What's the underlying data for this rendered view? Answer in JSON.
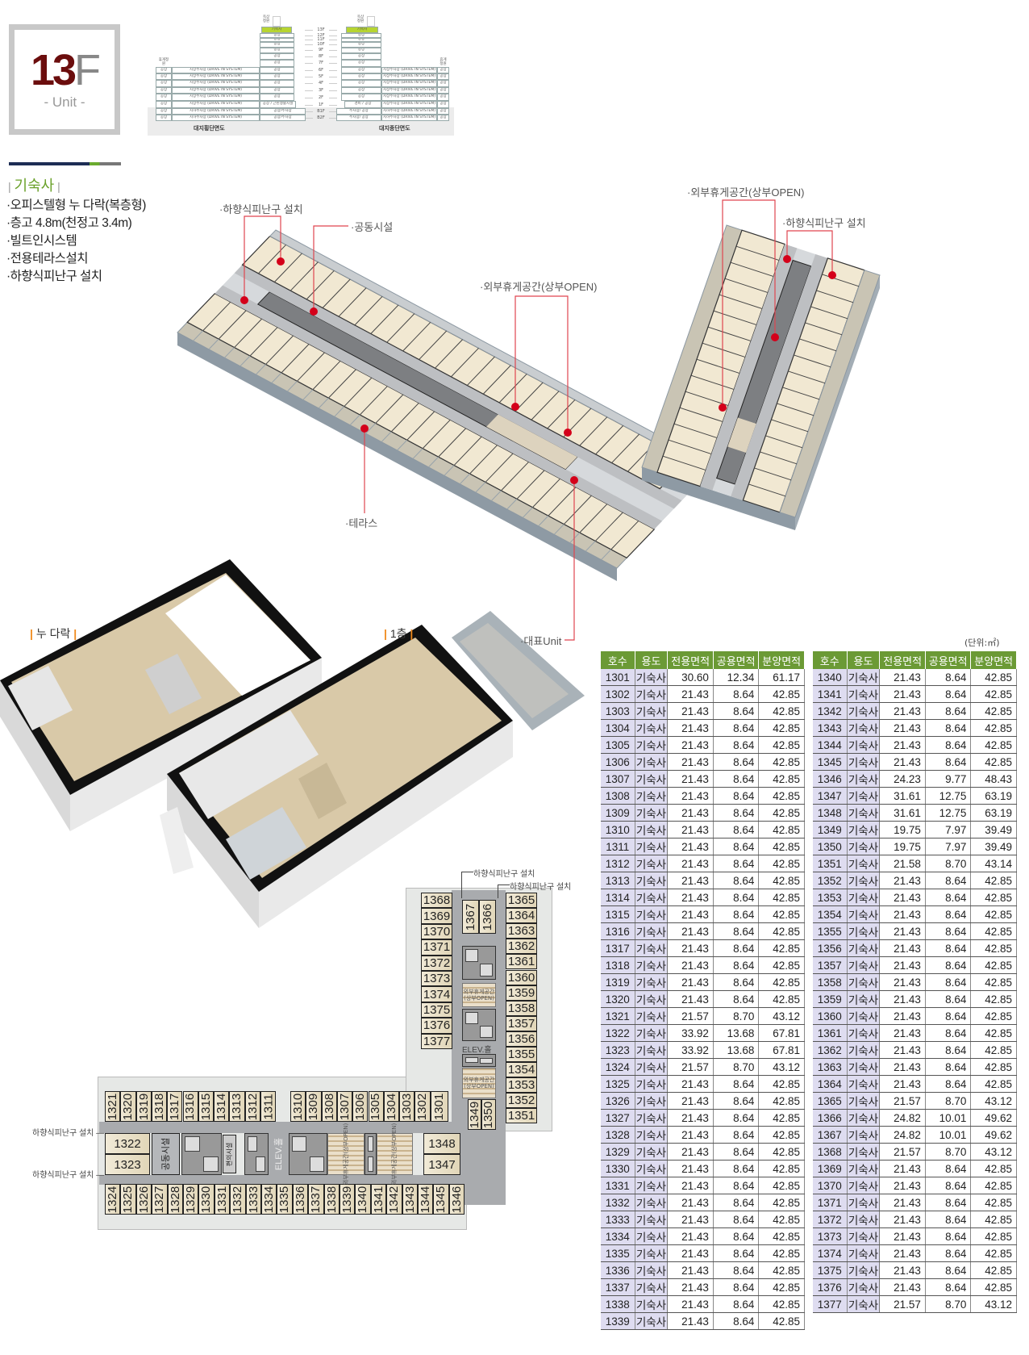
{
  "header": {
    "floor_num": "13",
    "floor_suffix": "F",
    "unit": "- Unit -"
  },
  "section": {
    "floors": [
      "13F",
      "12F",
      "11F",
      "10F",
      "9F",
      "8F",
      "7F",
      "6F",
      "5F",
      "4F",
      "3F",
      "2F",
      "1F",
      "B1F",
      "B2F"
    ],
    "rooftop": "옥상정원",
    "rest_garden": "휴게정원",
    "dorm": "기숙사",
    "left": {
      "tower": [
        "공장",
        "공장",
        "공장",
        "공장",
        "공장",
        "공장",
        "공장",
        "공장",
        "공장",
        "공장",
        "공장",
        "공장 / 근린생활시설",
        "공장/주차장",
        "공장/주차장"
      ],
      "wing_side": [
        "공장",
        "공장",
        "공장",
        "공장",
        "공장",
        "공장",
        "공장",
        "공장"
      ],
      "wing_parking": [
        "지상주차장 (DRIVE IN SYSTEM)",
        "지상주차장 (DRIVE IN SYSTEM)",
        "지상주차장 (DRIVE IN SYSTEM)",
        "지상주차장 (DRIVE IN SYSTEM)",
        "지상주차장 (DRIVE IN SYSTEM)",
        "지상주차장 (DRIVE IN SYSTEM)",
        "지하주차장 (DRIVE IN SYSTEM)",
        "지하주차장 (DRIVE IN SYSTEM)"
      ],
      "caption": "대지횡단면도"
    },
    "right": {
      "tower": [
        "공장",
        "공장",
        "공장",
        "공장",
        "공장",
        "공장",
        "공장",
        "공장",
        "공장",
        "공장",
        "공장",
        "경비 / 공장",
        "주차장/ 공장",
        "주차장/ 공장"
      ],
      "wing_side": [
        "공장",
        "공장",
        "공장",
        "공장",
        "공장",
        "공장",
        "공장",
        "공장"
      ],
      "wing_parking": [
        "지상주차장 (DRIVE IN SYSTEM)",
        "지상주차장 (DRIVE IN SYSTEM)",
        "지상주차장 (DRIVE IN SYSTEM)",
        "지상주차장 (DRIVE IN SYSTEM)",
        "지상주차장 (DRIVE IN SYSTEM)",
        "지상주차장 (DRIVE IN SYSTEM)",
        "지하주차장 (DRIVE IN SYSTEM)",
        "지하주차장 (DRIVE IN SYSTEM)"
      ],
      "caption": "대지종단면도"
    }
  },
  "features": {
    "title": "기숙사",
    "items": [
      "·오피스텔형 누 다락(복층형)",
      "·층고 4.8m(천정고 3.4m)",
      "·빌트인시스템",
      "·전용테라스설치",
      "·하향식피난구 설치"
    ]
  },
  "callouts": {
    "escape_left": "·하향식피난구 설치",
    "common": "·공동시설",
    "outdoor_center": "·외부휴게공간(상부OPEN)",
    "outdoor_right": "·외부휴게공간(상부OPEN)",
    "escape_right": "·하향식피난구 설치",
    "terrace": "·테라스",
    "representative": "·대표Unit"
  },
  "units": {
    "loft": "누 다락",
    "first_floor": "1층"
  },
  "plan": {
    "escape_label": "하향식피난구 설치",
    "common": "공동시설",
    "convenience": "편의시설",
    "elev": "ELEV.홀",
    "outdoor": "외부휴게공간(상부OPEN)",
    "top_row_a": [
      "1321",
      "1320",
      "1319",
      "1318",
      "1317",
      "1316",
      "1315",
      "1314",
      "1313",
      "1312",
      "1311"
    ],
    "top_row_b": [
      "1310",
      "1309",
      "1308",
      "1307",
      "1306",
      "1305",
      "1304",
      "1303",
      "1302",
      "1301"
    ],
    "bottom_row": [
      "1324",
      "1325",
      "1326",
      "1327",
      "1328",
      "1329",
      "1330",
      "1331",
      "1332",
      "1333",
      "1334",
      "1335",
      "1336",
      "1337",
      "1338",
      "1339",
      "1340",
      "1341",
      "1342",
      "1343",
      "1344",
      "1345",
      "1346"
    ],
    "mid_left": [
      "1322",
      "1323"
    ],
    "mid_right": [
      "1348",
      "1347"
    ],
    "tower_left": [
      "1368",
      "1369",
      "1370",
      "1371",
      "1372",
      "1373",
      "1374",
      "1375",
      "1376",
      "1377"
    ],
    "tower_right": [
      "1365",
      "1364",
      "1363",
      "1362",
      "1361",
      "1360",
      "1359",
      "1358",
      "1357",
      "1356",
      "1355",
      "1354",
      "1353",
      "1352",
      "1351"
    ],
    "tower_top": [
      "1367",
      "1366"
    ],
    "tower_bottom": [
      "1349",
      "1350"
    ]
  },
  "table": {
    "unit_note": "(단위:㎡)",
    "headers": [
      "호수",
      "용도",
      "전용면적",
      "공용면적",
      "분양면적"
    ],
    "left": [
      [
        "1301",
        "기숙사",
        "30.60",
        "12.34",
        "61.17"
      ],
      [
        "1302",
        "기숙사",
        "21.43",
        "8.64",
        "42.85"
      ],
      [
        "1303",
        "기숙사",
        "21.43",
        "8.64",
        "42.85"
      ],
      [
        "1304",
        "기숙사",
        "21.43",
        "8.64",
        "42.85"
      ],
      [
        "1305",
        "기숙사",
        "21.43",
        "8.64",
        "42.85"
      ],
      [
        "1306",
        "기숙사",
        "21.43",
        "8.64",
        "42.85"
      ],
      [
        "1307",
        "기숙사",
        "21.43",
        "8.64",
        "42.85"
      ],
      [
        "1308",
        "기숙사",
        "21.43",
        "8.64",
        "42.85"
      ],
      [
        "1309",
        "기숙사",
        "21.43",
        "8.64",
        "42.85"
      ],
      [
        "1310",
        "기숙사",
        "21.43",
        "8.64",
        "42.85"
      ],
      [
        "1311",
        "기숙사",
        "21.43",
        "8.64",
        "42.85"
      ],
      [
        "1312",
        "기숙사",
        "21.43",
        "8.64",
        "42.85"
      ],
      [
        "1313",
        "기숙사",
        "21.43",
        "8.64",
        "42.85"
      ],
      [
        "1314",
        "기숙사",
        "21.43",
        "8.64",
        "42.85"
      ],
      [
        "1315",
        "기숙사",
        "21.43",
        "8.64",
        "42.85"
      ],
      [
        "1316",
        "기숙사",
        "21.43",
        "8.64",
        "42.85"
      ],
      [
        "1317",
        "기숙사",
        "21.43",
        "8.64",
        "42.85"
      ],
      [
        "1318",
        "기숙사",
        "21.43",
        "8.64",
        "42.85"
      ],
      [
        "1319",
        "기숙사",
        "21.43",
        "8.64",
        "42.85"
      ],
      [
        "1320",
        "기숙사",
        "21.43",
        "8.64",
        "42.85"
      ],
      [
        "1321",
        "기숙사",
        "21.57",
        "8.70",
        "43.12"
      ],
      [
        "1322",
        "기숙사",
        "33.92",
        "13.68",
        "67.81"
      ],
      [
        "1323",
        "기숙사",
        "33.92",
        "13.68",
        "67.81"
      ],
      [
        "1324",
        "기숙사",
        "21.57",
        "8.70",
        "43.12"
      ],
      [
        "1325",
        "기숙사",
        "21.43",
        "8.64",
        "42.85"
      ],
      [
        "1326",
        "기숙사",
        "21.43",
        "8.64",
        "42.85"
      ],
      [
        "1327",
        "기숙사",
        "21.43",
        "8.64",
        "42.85"
      ],
      [
        "1328",
        "기숙사",
        "21.43",
        "8.64",
        "42.85"
      ],
      [
        "1329",
        "기숙사",
        "21.43",
        "8.64",
        "42.85"
      ],
      [
        "1330",
        "기숙사",
        "21.43",
        "8.64",
        "42.85"
      ],
      [
        "1331",
        "기숙사",
        "21.43",
        "8.64",
        "42.85"
      ],
      [
        "1332",
        "기숙사",
        "21.43",
        "8.64",
        "42.85"
      ],
      [
        "1333",
        "기숙사",
        "21.43",
        "8.64",
        "42.85"
      ],
      [
        "1334",
        "기숙사",
        "21.43",
        "8.64",
        "42.85"
      ],
      [
        "1335",
        "기숙사",
        "21.43",
        "8.64",
        "42.85"
      ],
      [
        "1336",
        "기숙사",
        "21.43",
        "8.64",
        "42.85"
      ],
      [
        "1337",
        "기숙사",
        "21.43",
        "8.64",
        "42.85"
      ],
      [
        "1338",
        "기숙사",
        "21.43",
        "8.64",
        "42.85"
      ],
      [
        "1339",
        "기숙사",
        "21.43",
        "8.64",
        "42.85"
      ]
    ],
    "right": [
      [
        "1340",
        "기숙사",
        "21.43",
        "8.64",
        "42.85"
      ],
      [
        "1341",
        "기숙사",
        "21.43",
        "8.64",
        "42.85"
      ],
      [
        "1342",
        "기숙사",
        "21.43",
        "8.64",
        "42.85"
      ],
      [
        "1343",
        "기숙사",
        "21.43",
        "8.64",
        "42.85"
      ],
      [
        "1344",
        "기숙사",
        "21.43",
        "8.64",
        "42.85"
      ],
      [
        "1345",
        "기숙사",
        "21.43",
        "8.64",
        "42.85"
      ],
      [
        "1346",
        "기숙사",
        "24.23",
        "9.77",
        "48.43"
      ],
      [
        "1347",
        "기숙사",
        "31.61",
        "12.75",
        "63.19"
      ],
      [
        "1348",
        "기숙사",
        "31.61",
        "12.75",
        "63.19"
      ],
      [
        "1349",
        "기숙사",
        "19.75",
        "7.97",
        "39.49"
      ],
      [
        "1350",
        "기숙사",
        "19.75",
        "7.97",
        "39.49"
      ],
      [
        "1351",
        "기숙사",
        "21.58",
        "8.70",
        "43.14"
      ],
      [
        "1352",
        "기숙사",
        "21.43",
        "8.64",
        "42.85"
      ],
      [
        "1353",
        "기숙사",
        "21.43",
        "8.64",
        "42.85"
      ],
      [
        "1354",
        "기숙사",
        "21.43",
        "8.64",
        "42.85"
      ],
      [
        "1355",
        "기숙사",
        "21.43",
        "8.64",
        "42.85"
      ],
      [
        "1356",
        "기숙사",
        "21.43",
        "8.64",
        "42.85"
      ],
      [
        "1357",
        "기숙사",
        "21.43",
        "8.64",
        "42.85"
      ],
      [
        "1358",
        "기숙사",
        "21.43",
        "8.64",
        "42.85"
      ],
      [
        "1359",
        "기숙사",
        "21.43",
        "8.64",
        "42.85"
      ],
      [
        "1360",
        "기숙사",
        "21.43",
        "8.64",
        "42.85"
      ],
      [
        "1361",
        "기숙사",
        "21.43",
        "8.64",
        "42.85"
      ],
      [
        "1362",
        "기숙사",
        "21.43",
        "8.64",
        "42.85"
      ],
      [
        "1363",
        "기숙사",
        "21.43",
        "8.64",
        "42.85"
      ],
      [
        "1364",
        "기숙사",
        "21.43",
        "8.64",
        "42.85"
      ],
      [
        "1365",
        "기숙사",
        "21.57",
        "8.70",
        "43.12"
      ],
      [
        "1366",
        "기숙사",
        "24.82",
        "10.01",
        "49.62"
      ],
      [
        "1367",
        "기숙사",
        "24.82",
        "10.01",
        "49.62"
      ],
      [
        "1368",
        "기숙사",
        "21.57",
        "8.70",
        "43.12"
      ],
      [
        "1369",
        "기숙사",
        "21.43",
        "8.64",
        "42.85"
      ],
      [
        "1370",
        "기숙사",
        "21.43",
        "8.64",
        "42.85"
      ],
      [
        "1371",
        "기숙사",
        "21.43",
        "8.64",
        "42.85"
      ],
      [
        "1372",
        "기숙사",
        "21.43",
        "8.64",
        "42.85"
      ],
      [
        "1373",
        "기숙사",
        "21.43",
        "8.64",
        "42.85"
      ],
      [
        "1374",
        "기숙사",
        "21.43",
        "8.64",
        "42.85"
      ],
      [
        "1375",
        "기숙사",
        "21.43",
        "8.64",
        "42.85"
      ],
      [
        "1376",
        "기숙사",
        "21.43",
        "8.64",
        "42.85"
      ],
      [
        "1377",
        "기숙사",
        "21.57",
        "8.70",
        "43.12"
      ]
    ]
  },
  "colors": {
    "header_green": "#6b9a35",
    "unit_lavender": "#dedcf0",
    "floor_red": "#6b0d0d",
    "callout_red": "#e0454f",
    "dot_red": "#d4001a",
    "dorm_green": "#b7d531"
  }
}
